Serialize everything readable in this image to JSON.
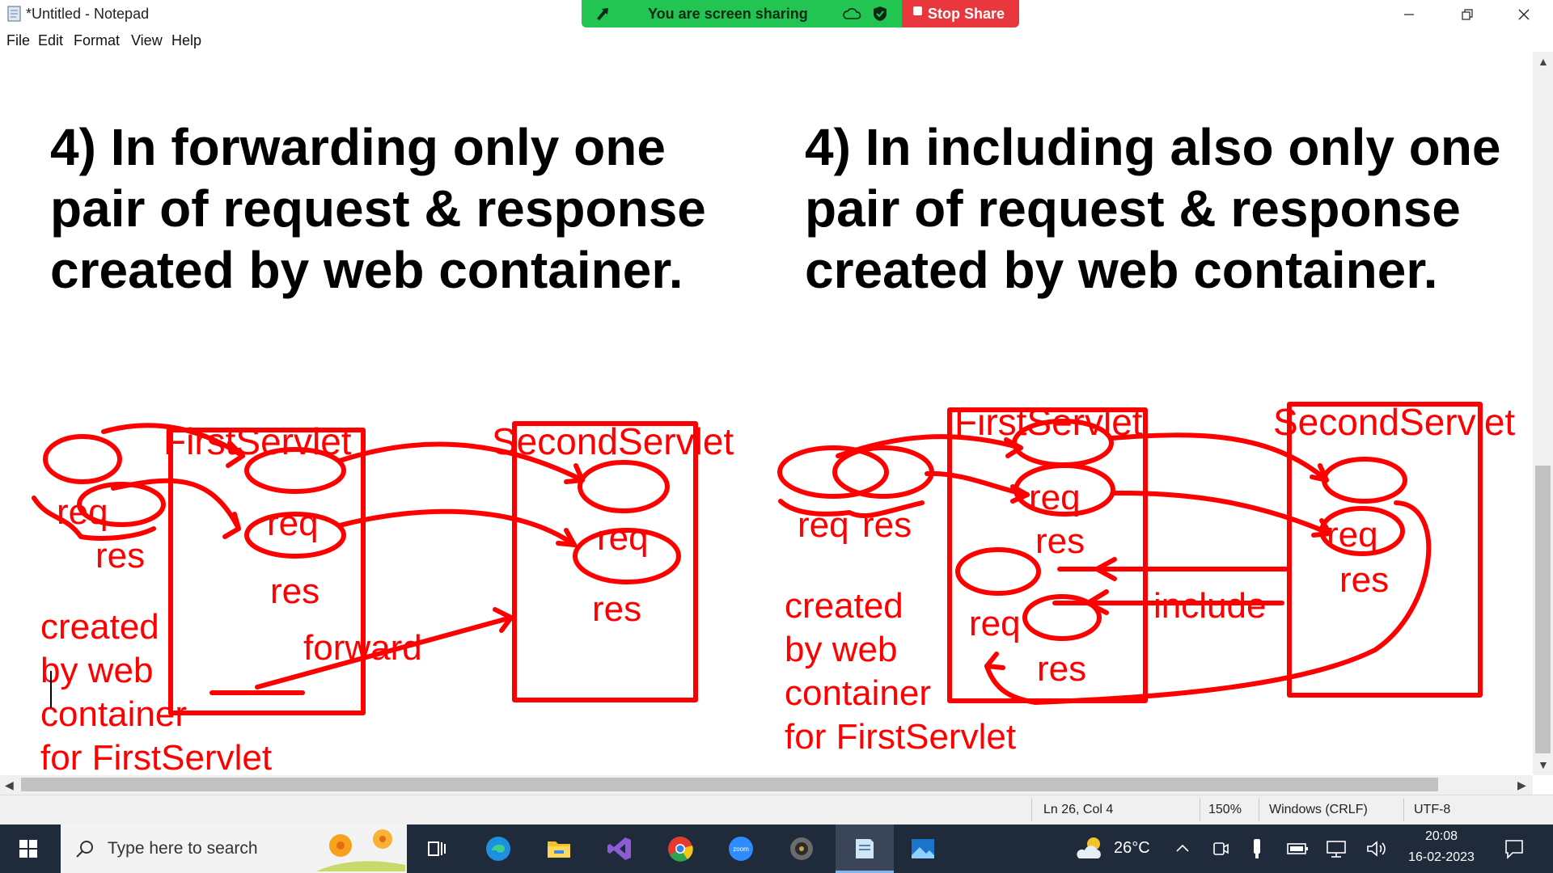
{
  "window": {
    "title": "*Untitled - Notepad"
  },
  "share_bar": {
    "status": "You are screen sharing",
    "stop_label": "Stop Share"
  },
  "menu": [
    "File",
    "Edit",
    "Format",
    "View",
    "Help"
  ],
  "document": {
    "heading_left": "4) In forwarding only one pair of request & response created by web container.",
    "heading_right": "4) In including also only one pair of request & response created by web container.",
    "left_diagram": {
      "first_label": "FirstServlet",
      "second_label": "SecondServlet",
      "req": "req",
      "res": "res",
      "action": "forward",
      "note_lines": [
        "created",
        "by web",
        "container",
        "for FirstServlet"
      ]
    },
    "right_diagram": {
      "first_label": "FirstServlet",
      "second_label": "SecondServlet",
      "req": "req",
      "res": "res",
      "action": "include",
      "note_lines": [
        "created",
        "by web",
        "container",
        "for FirstServlet"
      ]
    }
  },
  "status": {
    "position": "Ln 26, Col 4",
    "zoom": "150%",
    "line_ending": "Windows (CRLF)",
    "encoding": "UTF-8"
  },
  "taskbar": {
    "search_placeholder": "Type here to search",
    "temperature": "26°C",
    "time": "20:08",
    "date": "16-02-2023"
  },
  "colors": {
    "annotation": "#ff0000",
    "share_green": "#23c552",
    "stop_red": "#e8383d",
    "taskbar": "#1f2a3a"
  }
}
